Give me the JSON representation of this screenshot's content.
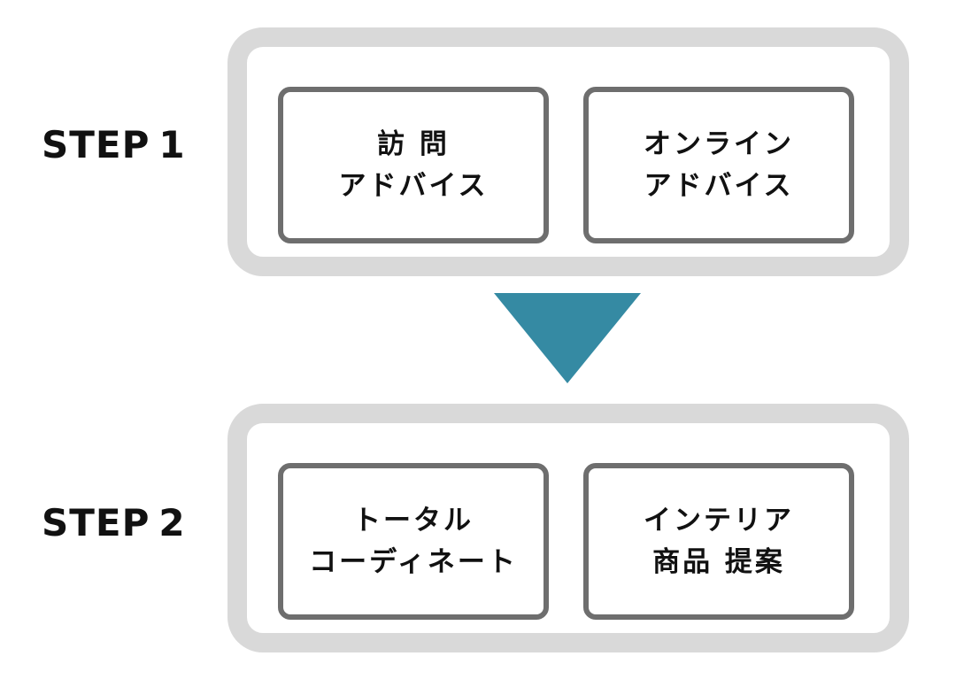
{
  "steps": [
    {
      "label": "STEP",
      "number": "1",
      "cards": [
        {
          "line1": "訪 問",
          "line2": "アドバイス"
        },
        {
          "line1": "オンライン",
          "line2": "アドバイス"
        }
      ]
    },
    {
      "label": "STEP",
      "number": "2",
      "cards": [
        {
          "line1": "トータル",
          "line2": "コーディネート"
        },
        {
          "line1": "インテリア",
          "line2": "商品 提案"
        }
      ]
    }
  ],
  "colors": {
    "arrow": "#358aa3",
    "panel_border": "#d9d9d9",
    "card_border": "#6e6e6e",
    "text": "#111111"
  },
  "icons": {
    "arrow": "down-triangle-arrow"
  }
}
